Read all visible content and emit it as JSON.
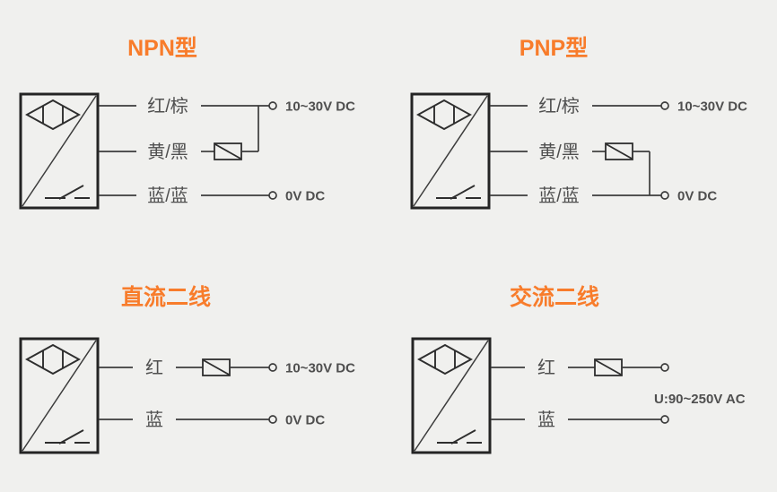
{
  "colors": {
    "background": "#f0f0ee",
    "accent_orange": "#f87c2b",
    "line": "#3c3c3c",
    "text": "#4f4f4f"
  },
  "diagrams": {
    "npn": {
      "title": "NPN型",
      "wire1_label": "红/棕",
      "wire1_terminal": "10~30V DC",
      "wire2_label": "黄/黑",
      "wire3_label": "蓝/蓝",
      "wire3_terminal": "0V DC"
    },
    "pnp": {
      "title": "PNP型",
      "wire1_label": "红/棕",
      "wire1_terminal": "10~30V DC",
      "wire2_label": "黄/黑",
      "wire3_label": "蓝/蓝",
      "wire3_terminal": "0V DC"
    },
    "dc2": {
      "title": "直流二线",
      "wire1_label": "红",
      "wire1_terminal": "10~30V DC",
      "wire2_label": "蓝",
      "wire2_terminal": "0V DC"
    },
    "ac2": {
      "title": "交流二线",
      "wire1_label": "红",
      "voltage_note": "U:90~250V AC",
      "wire2_label": "蓝"
    }
  }
}
